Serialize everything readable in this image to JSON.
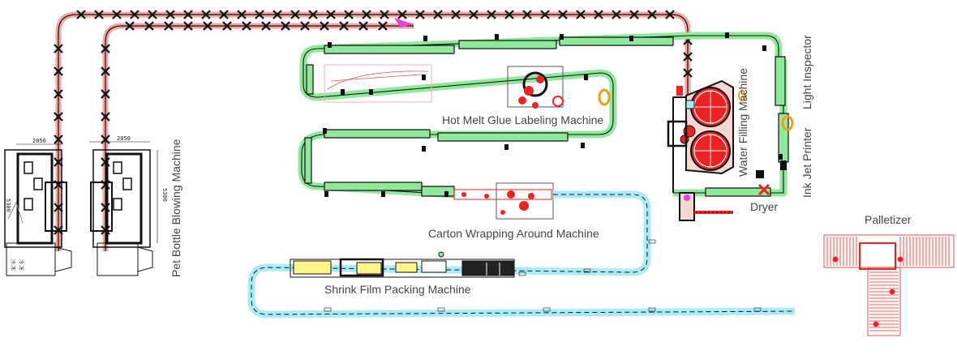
{
  "labels": {
    "blowing": "Pet Bottle Blowing Machine",
    "labeling": "Hot Melt Glue Labeling Machine",
    "carton": "Carton Wrapping Around Machine",
    "shrink": "Shrink Film Packing Machine",
    "filling": "Water Filling Machine",
    "dryer": "Dryer",
    "inspector": "Light Inspector",
    "inkjet": "Ink Jet Printer",
    "palletizer": "Palletizer"
  },
  "dimensions": {
    "width_a": "2050",
    "width_b": "2050",
    "height_a": "5300",
    "height_b": "5300"
  },
  "colors": {
    "air_conveyor": "#f4a6a0",
    "bottle_conveyor": "#90e89a",
    "carton_conveyor": "#a8ecf8",
    "machine_red": "#ee2222",
    "line": "#111111",
    "accent_orange": "#f29a1c",
    "accent_magenta": "#e040e0"
  }
}
